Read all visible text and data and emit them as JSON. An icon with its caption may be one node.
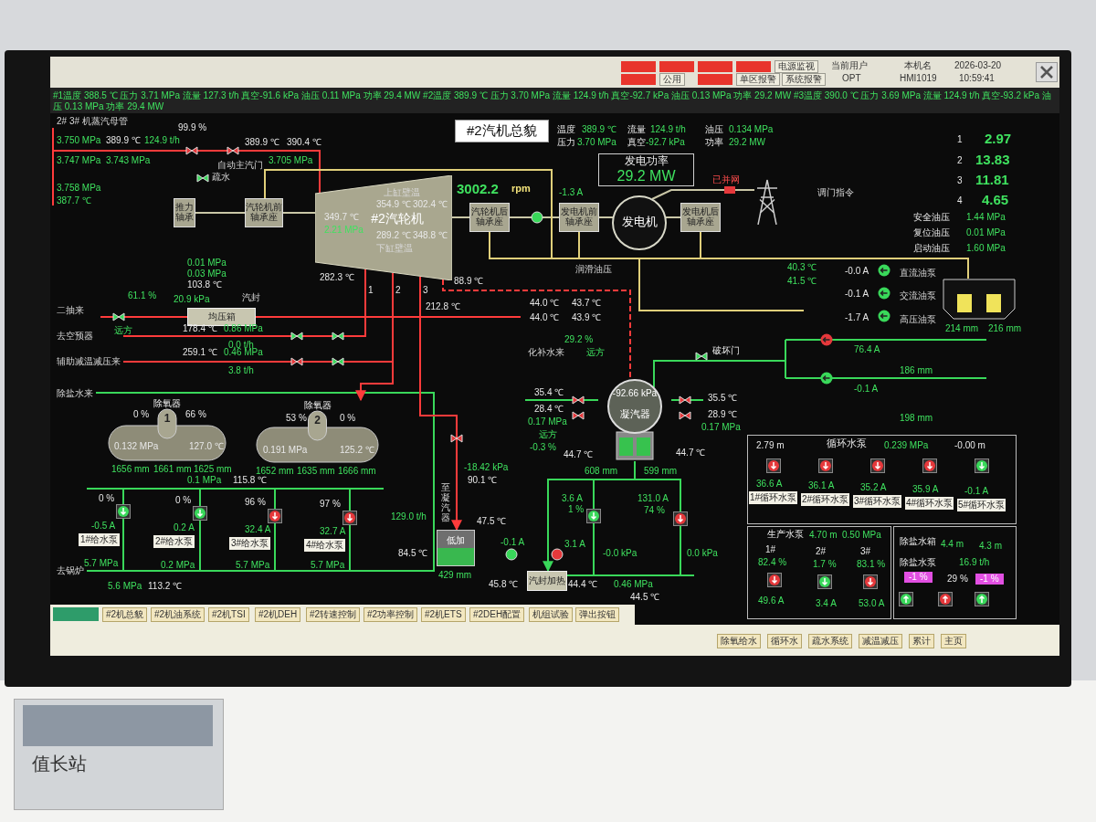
{
  "diagram": {
    "title": "#2汽机总貌",
    "nodes": [
      {
        "text": [
          "#2汽轮机"
        ]
      },
      {
        "text": [
          "推力轴承"
        ]
      },
      {
        "text": [
          "汽轮机前轴承座"
        ]
      },
      {
        "text": [
          "汽轮机后轴承座"
        ]
      },
      {
        "text": [
          "发电机前轴承座"
        ]
      },
      {
        "text": [
          "发电机"
        ]
      },
      {
        "text": [
          "发电机后轴承座"
        ]
      },
      {
        "text": [],
        "shape": "picture"
      },
      {
        "text": [
          "均压箱"
        ]
      },
      {
        "text": [
          "除氧器",
          "1"
        ]
      },
      {
        "text": [
          "除氧器",
          "2"
        ]
      },
      {
        "text": [
          "-92.66 kPa",
          "凝汽器"
        ]
      },
      {
        "text": [
          "低加"
        ]
      },
      {
        "text": [
          "汽封加热"
        ]
      },
      {
        "text": [
          "发电功率",
          "29.2 MW"
        ]
      },
      {
        "text": [
          "循环水泵"
        ]
      },
      {
        "text": [
          "生产水泵"
        ]
      },
      {
        "text": [
          "除盐水箱"
        ]
      },
      {
        "text": [],
        "shape": "box"
      }
    ],
    "edges": [
      {
        "from": 1,
        "to": 2,
        "arrow": "none"
      },
      {
        "from": 2,
        "to": 0,
        "arrow": "none"
      },
      {
        "from": 0,
        "to": 3,
        "arrow": "none"
      },
      {
        "from": 3,
        "to": 4,
        "arrow": "none"
      },
      {
        "from": 4,
        "to": 5,
        "arrow": "none"
      },
      {
        "from": 5,
        "to": 6,
        "arrow": "none"
      },
      {
        "from": 5,
        "to": 7,
        "arrow": "none"
      },
      {
        "from": 0,
        "to": 11,
        "arrow": "none",
        "style": "dashed",
        "color": "#ff3b3b"
      },
      {
        "from": 0,
        "to": 10,
        "arrow": "to",
        "color": "#ff3b3b"
      },
      {
        "from": 0,
        "to": 12,
        "arrow": "to",
        "color": "#ff3b3b"
      },
      {
        "from": 11,
        "to": 13,
        "arrow": "to",
        "color": "#39d85a"
      },
      {
        "from": 18,
        "to": 2,
        "arrow": "none",
        "color": "#e0cf7a"
      },
      {
        "from": 18,
        "to": 3,
        "arrow": "none",
        "color": "#e0cf7a"
      },
      {
        "from": 18,
        "to": 4,
        "arrow": "none",
        "color": "#e0cf7a"
      },
      {
        "from": 18,
        "to": 6,
        "arrow": "none",
        "color": "#e0cf7a"
      }
    ],
    "labels": [
      "电源监视",
      "当前用户",
      "本机名",
      "2026-03-20",
      "公用",
      "单区报警",
      "系统报警",
      "OPT",
      "HMI1019",
      "10:59:41",
      "#1温度 388.5 ℃ 压力 3.71 MPa 流量 127.3 t/h 真空-91.6 kPa 油压 0.11 MPa 功率 29.4 MW #2温度 389.9 ℃ 压力 3.70 MPa 流量 124.9 t/h 真空-92.7 kPa 油压 0.13 MPa 功率 29.2 MW #3温度 390.0 ℃ 压力 3.69 MPa 流量 124.9 t/h 真空-93.2 kPa 油压 0.13 MPa 功率 29.4 MW",
      "温度",
      "389.9 ℃",
      "流量",
      "124.9 t/h",
      "油压",
      "0.134 MPa",
      "压力",
      "3.70 MPa",
      "真空",
      "-92.7 kPa",
      "功率",
      "29.2 MW",
      "1",
      "2.97",
      "2",
      "13.83",
      "3",
      "11.81",
      "4",
      "4.65",
      "安全油压",
      "1.44 MPa",
      "复位油压",
      "0.01 MPa",
      "启动油压",
      "1.60 MPa",
      "2# 3# 机蒸汽母管",
      "3.750 MPa",
      "389.9 ℃",
      "124.9 t/h",
      "99.9 %",
      "3.747 MPa",
      "3.743 MPa",
      "389.9 ℃",
      "390.4 ℃",
      "自动主汽门",
      "3.705 MPa",
      "疏水",
      "3.758 MPa",
      "387.7 ℃",
      "上缸壁温",
      "354.9 ℃",
      "302.4 ℃",
      "349.7 ℃",
      "2.21 MPa",
      "289.2 ℃",
      "348.8 ℃",
      "下缸壁温",
      "3002.2",
      "rpm",
      "-1.3 A",
      "润滑油压",
      "40.3 ℃",
      "41.5 ℃",
      "-0.0 A",
      "直流油泵",
      "-0.1 A",
      "交流油泵",
      "-1.7 A",
      "高压油泵",
      "214 mm",
      "216 mm",
      "调门指令",
      "已并网",
      "282.3 ℃",
      "88.9 ℃",
      "1",
      "2",
      "3",
      "212.8 ℃",
      "0.01 MPa",
      "0.03 MPa",
      "103.8 ℃",
      "20.9 kPa",
      "61.1 %",
      "二抽来",
      "汽封",
      "远方",
      "178.4 ℃",
      "0.86 MPa",
      "0.0 t/h",
      "去空预器",
      "259.1 ℃",
      "0.46 MPa",
      "3.8 t/h",
      "辅助减温减压来",
      "除盐水来",
      "0 %",
      "66 %",
      "53 %",
      "0 %",
      "0.132 MPa",
      "127.0 ℃",
      "0.191 MPa",
      "125.2 ℃",
      "1656 mm",
      "1661 mm",
      "1625 mm",
      "1652 mm",
      "1635 mm",
      "1666 mm",
      "0.1 MPa",
      "115.8 ℃",
      "0 %",
      "0 %",
      "96 %",
      "97 %",
      "-0.5 A",
      "1#给水泵",
      "0.2 A",
      "2#给水泵",
      "32.4 A",
      "3#给水泵",
      "32.7 A",
      "4#给水泵",
      "去锅炉",
      "5.7 MPa",
      "0.2 MPa",
      "5.7 MPa",
      "5.7 MPa",
      "5.6 MPa",
      "113.2 ℃",
      "129.0 t/h",
      "-18.42 kPa",
      "90.1 ℃",
      "至凝汽器",
      "84.5 ℃",
      "47.5 ℃",
      "429 mm",
      "45.8 ℃",
      "-0.1 A",
      "3.1 A",
      "44.4 ℃",
      "0.46 MPa",
      "44.5 ℃",
      "44.0 ℃",
      "43.7 ℃",
      "44.0 ℃",
      "43.9 ℃",
      "化补水来",
      "29.2 %",
      "远方",
      "35.4 ℃",
      "28.4 ℃",
      "0.17 MPa",
      "35.5 ℃",
      "28.9 ℃",
      "0.17 MPa",
      "远方",
      "-0.3 %",
      "44.7 ℃",
      "44.7 ℃",
      "608 mm",
      "599 mm",
      "3.6 A",
      "1 %",
      "131.0 A",
      "74 %",
      "-0.0 kPa",
      "0.0 kPa",
      "破坏门",
      "76.4 A",
      "186 mm",
      "-0.1 A",
      "198 mm",
      "2.79 m",
      "0.239 MPa",
      "-0.00 m",
      "36.6 A",
      "1#循环水泵",
      "36.1 A",
      "2#循环水泵",
      "35.2 A",
      "3#循环水泵",
      "35.9 A",
      "4#循环水泵",
      "-0.1 A",
      "5#循环水泵",
      "4.70 m",
      "0.50 MPa",
      "1#",
      "2#",
      "3#",
      "82.4 %",
      "1.7 %",
      "83.1 %",
      "49.6 A",
      "3.4 A",
      "53.0 A",
      "除盐水泵",
      "4.4 m",
      "4.3 m",
      "16.9 t/h",
      "-1 %",
      "29 %",
      "-1 %",
      "#2机总貌",
      "#2机油系统",
      "#2机TSI",
      "#2机DEH",
      "#2转速控制",
      "#2功率控制",
      "#2机ETS",
      "#2DEH配置",
      "机组试验",
      "弹出按钮",
      "除氧给水",
      "循环水",
      "疏水系统",
      "减温减压",
      "累计",
      "主页",
      "值长站"
    ]
  }
}
